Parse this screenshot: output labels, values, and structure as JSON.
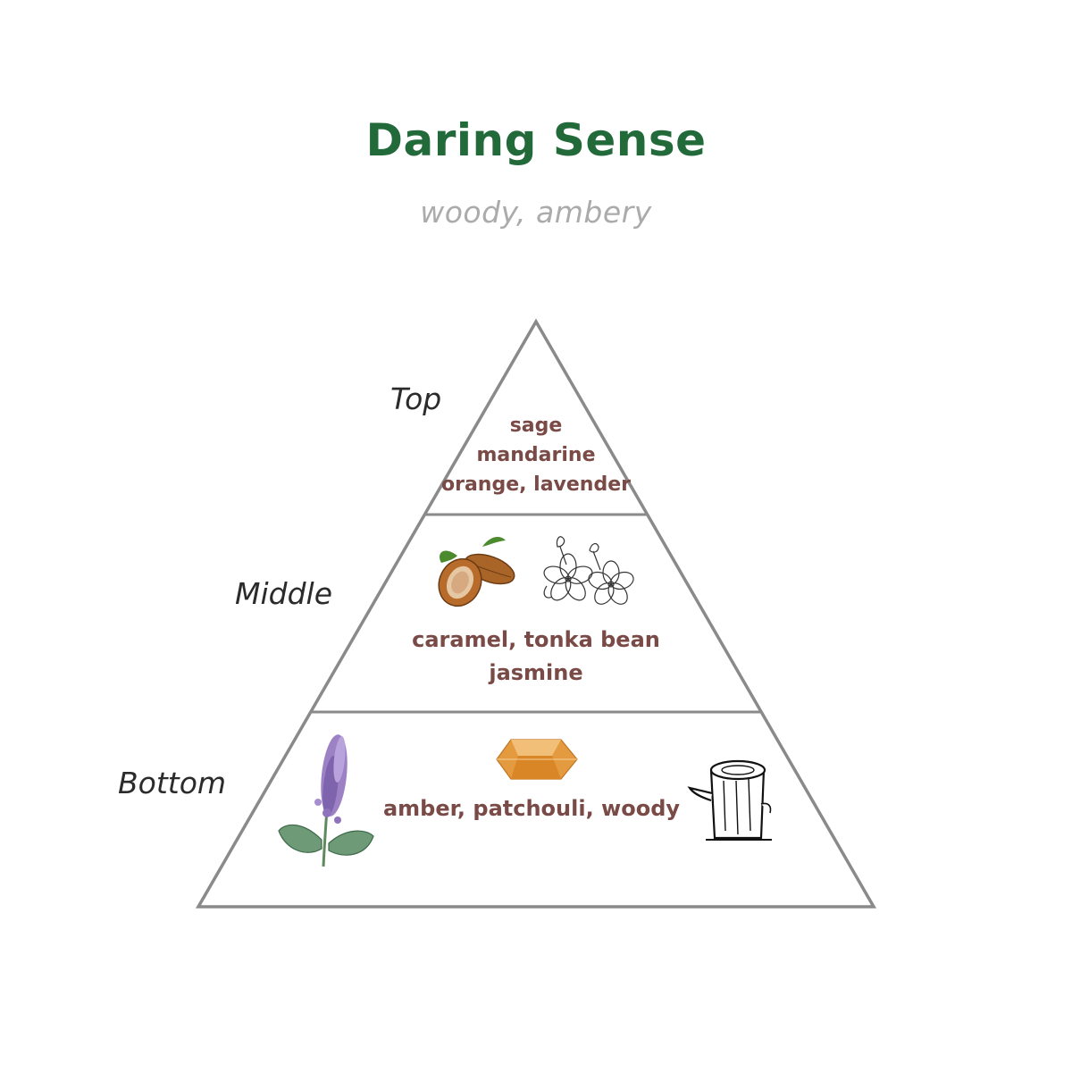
{
  "title": "Daring Sense",
  "subtitle": "woody, ambery",
  "tiers": {
    "top": {
      "label": "Top",
      "notes": [
        "sage",
        "mandarine",
        "orange, lavender"
      ]
    },
    "middle": {
      "label": "Middle",
      "notes": [
        "caramel, tonka bean",
        "jasmine"
      ]
    },
    "bottom": {
      "label": "Bottom",
      "notes": [
        "amber, patchouli, woody"
      ]
    }
  },
  "icons": {
    "middle": [
      "cacao-pod-icon",
      "jasmine-flower-icon"
    ],
    "bottom": [
      "lavender-sprig-icon",
      "amber-crystal-icon",
      "tree-stump-icon"
    ]
  },
  "colors": {
    "title": "#236a3b",
    "subtitle": "#ababab",
    "notes": "#7a4a46",
    "outline": "#8a8a8a"
  }
}
